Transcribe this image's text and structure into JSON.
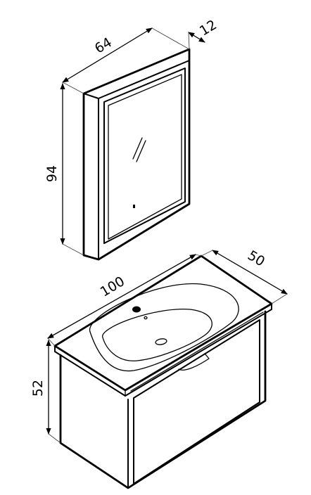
{
  "dimensions": {
    "mirror_width": "64",
    "mirror_depth": "12",
    "mirror_height": "94",
    "vanity_width": "100",
    "vanity_depth": "50",
    "vanity_height": "52"
  },
  "colors": {
    "line": "#000000",
    "background": "#ffffff"
  }
}
